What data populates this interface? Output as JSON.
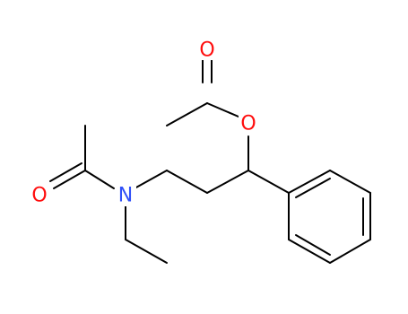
{
  "molecule": {
    "atoms": [
      {
        "id": "O1",
        "symbol": "O",
        "color": "#ff0d0d"
      },
      {
        "id": "O2",
        "symbol": "O",
        "color": "#ff0d0d"
      },
      {
        "id": "O3",
        "symbol": "O",
        "color": "#ff0d0d"
      },
      {
        "id": "N1",
        "symbol": "N",
        "color": "#3050f8"
      }
    ],
    "bond_color": "#000000"
  }
}
